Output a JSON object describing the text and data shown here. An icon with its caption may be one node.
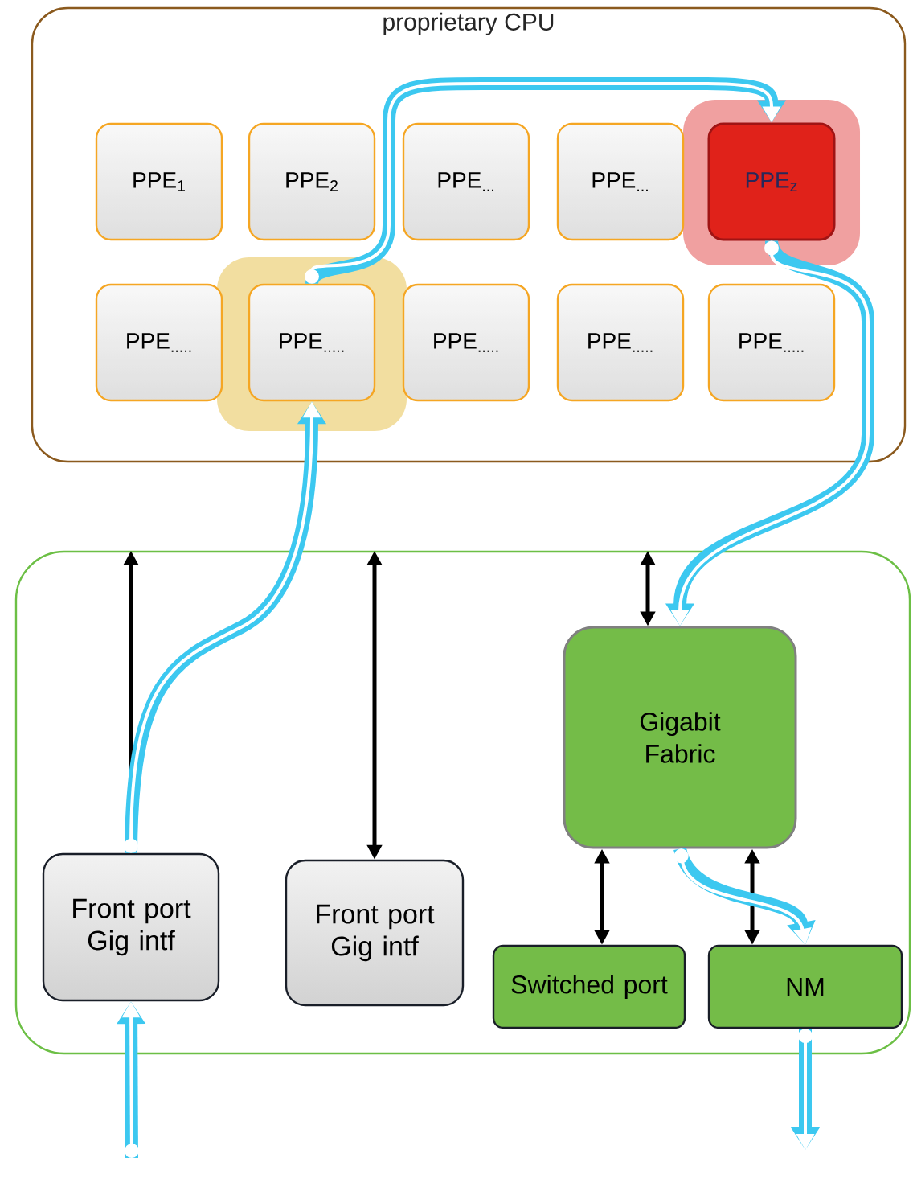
{
  "diagram": {
    "nodes": [
      {
        "text": [
          "proprietary CPU"
        ]
      },
      {
        "text": [
          "PPE$_{1}$"
        ],
        "in": 0
      },
      {
        "text": [
          "PPE$_{2}$"
        ],
        "in": 0
      },
      {
        "text": [
          "PPE$_{...}$"
        ],
        "in": 0
      },
      {
        "text": [
          "PPE$_{...}$"
        ],
        "in": 0
      },
      {
        "text": [
          "PPE$_{z}$"
        ],
        "in": 0
      },
      {
        "text": [
          "PPE$_{.....}$"
        ],
        "in": 0
      },
      {
        "text": [
          "PPE$_{.....}$"
        ],
        "in": 0
      },
      {
        "text": [
          "PPE$_{.....}$"
        ],
        "in": 0
      },
      {
        "text": [
          "PPE$_{.....}$"
        ],
        "in": 0
      },
      {
        "text": [
          "PPE$_{.....}$"
        ],
        "in": 0
      },
      {
        "text": [],
        "shape": "box"
      },
      {
        "text": [
          "Front port Gig intf"
        ],
        "in": 11
      },
      {
        "text": [
          "Front port Gig intf"
        ],
        "in": 11
      },
      {
        "text": [
          "Gigabit Fabric"
        ],
        "in": 11
      },
      {
        "text": [
          "Switched port"
        ],
        "in": 11
      },
      {
        "text": [
          "NM"
        ],
        "in": 11
      }
    ],
    "edges": [
      {
        "from": 12,
        "to": 11,
        "arrow": "to",
        "color": "#000000"
      },
      {
        "from": 13,
        "to": 11,
        "arrow": "both",
        "color": "#000000"
      },
      {
        "from": 14,
        "to": 11,
        "arrow": "both",
        "color": "#000000"
      },
      {
        "from": 15,
        "to": 14,
        "arrow": "both",
        "color": "#000000"
      },
      {
        "from": 14,
        "to": 16,
        "arrow": "both",
        "color": "#000000"
      },
      {
        "from": null,
        "to": 12,
        "arrow": "to"
      },
      {
        "from": 12,
        "to": 7,
        "arrow": "to"
      },
      {
        "from": 7,
        "to": 5,
        "arrow": "to"
      },
      {
        "from": 5,
        "to": 14,
        "arrow": "to"
      },
      {
        "from": 14,
        "to": 16,
        "arrow": "to"
      },
      {
        "from": 16,
        "to": null,
        "arrow": "to"
      }
    ]
  }
}
